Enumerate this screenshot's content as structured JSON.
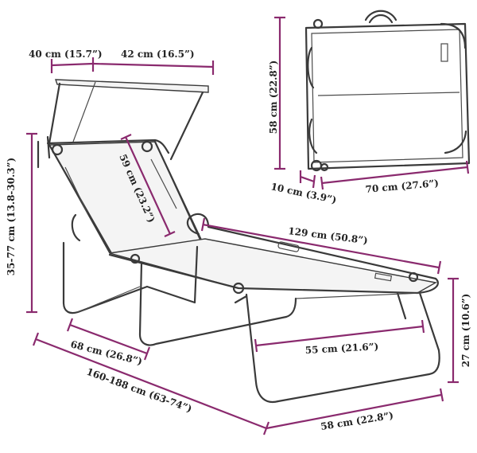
{
  "colors": {
    "dimension": "#8a2a6e",
    "frame": "#3a3a3a",
    "text": "#222222"
  },
  "dimensions": {
    "canopy_depth": "40 cm (15.7”)",
    "canopy_width": "42 cm (16.5”)",
    "backrest_height": "35-77 cm (13.8-30.3”)",
    "backrest_length": "59 cm (23.2”)",
    "folded_height": "58 cm (22.8”)",
    "folded_thickness": "10 cm (3.9”)",
    "folded_length": "70 cm (27.6”)",
    "seat_length": "129 cm (50.8”)",
    "leg_height": "27 cm (10.6”)",
    "back_frame_width": "68 cm (26.8”)",
    "front_frame_width": "55 cm (21.6”)",
    "total_length": "160-188 cm (63-74”)",
    "width": "58 cm (22.8”)"
  }
}
